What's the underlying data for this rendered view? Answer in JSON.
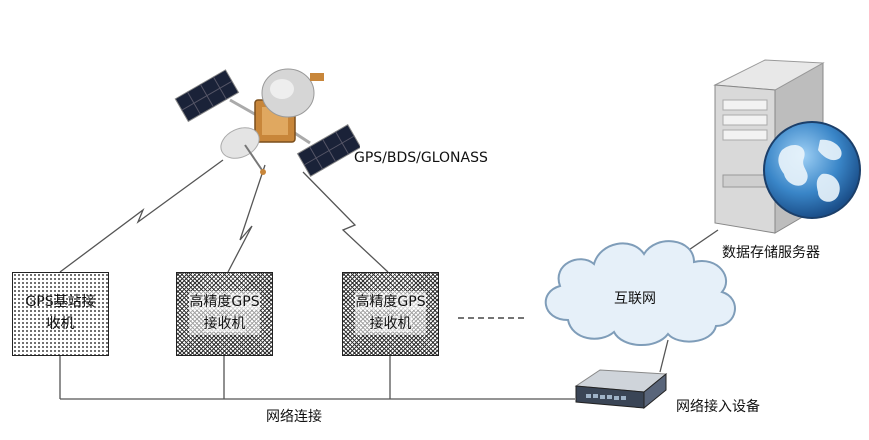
{
  "satellite": {
    "label": "GPS/BDS/GLONASS",
    "icon": "satellite-icon"
  },
  "receivers": [
    {
      "line1": "GPS基站接",
      "line2": "收机",
      "fill": "dotted"
    },
    {
      "line1": "高精度GPS",
      "line2": "接收机",
      "fill": "hatched"
    },
    {
      "line1": "高精度GPS",
      "line2": "接收机",
      "fill": "hatched"
    }
  ],
  "cloud": {
    "label": "互联网",
    "icon": "cloud-icon"
  },
  "server": {
    "label": "数据存储服务器",
    "icon": "server-icon"
  },
  "router": {
    "label": "网络接入设备",
    "icon": "router-icon"
  },
  "network": {
    "label": "网络连接"
  },
  "colors": {
    "cloud_fill": "#e6f0f9",
    "cloud_stroke": "#7f9db9",
    "line": "#555555"
  }
}
